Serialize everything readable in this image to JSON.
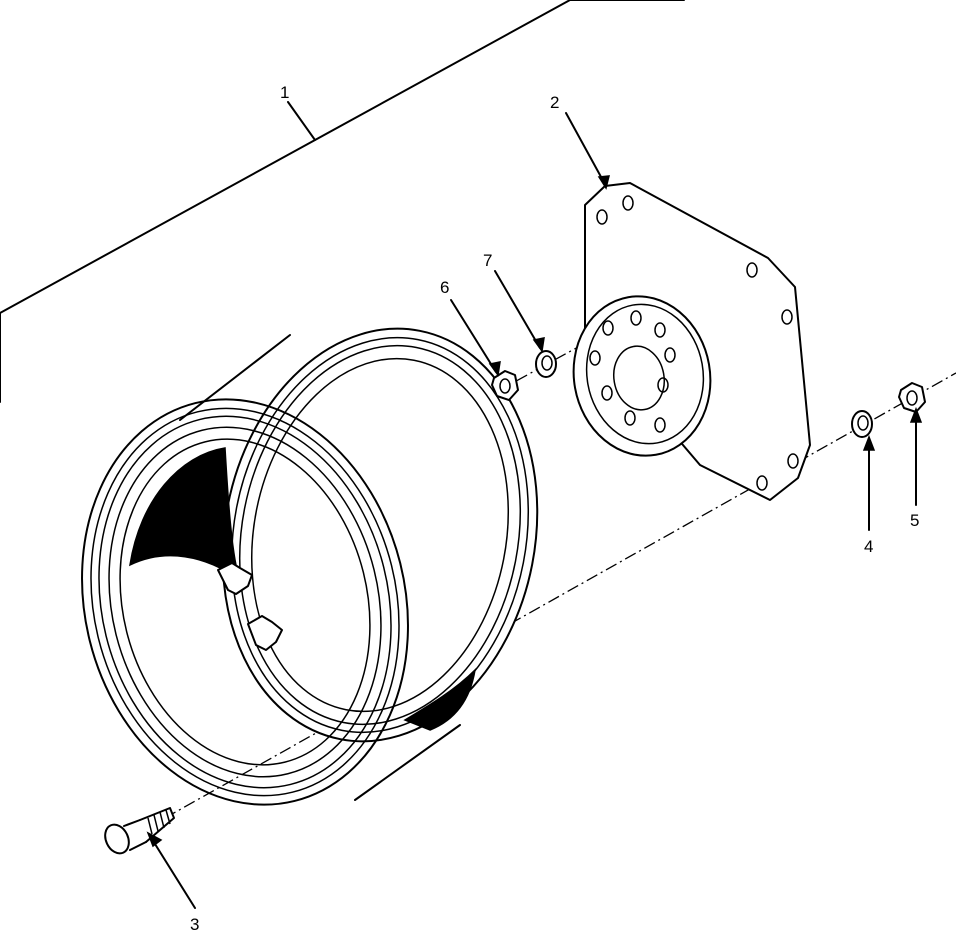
{
  "diagram": {
    "line_color": "#000000",
    "background": "#ffffff",
    "callouts": [
      {
        "id": "c1",
        "label": "1",
        "part": "wheel-assembly-bracket"
      },
      {
        "id": "c2",
        "label": "2",
        "part": "wheel-disc"
      },
      {
        "id": "c3",
        "label": "3",
        "part": "bolt"
      },
      {
        "id": "c4",
        "label": "4",
        "part": "washer-right"
      },
      {
        "id": "c5",
        "label": "5",
        "part": "nut-right"
      },
      {
        "id": "c6",
        "label": "6",
        "part": "nut-left"
      },
      {
        "id": "c7",
        "label": "7",
        "part": "washer-left"
      }
    ]
  }
}
